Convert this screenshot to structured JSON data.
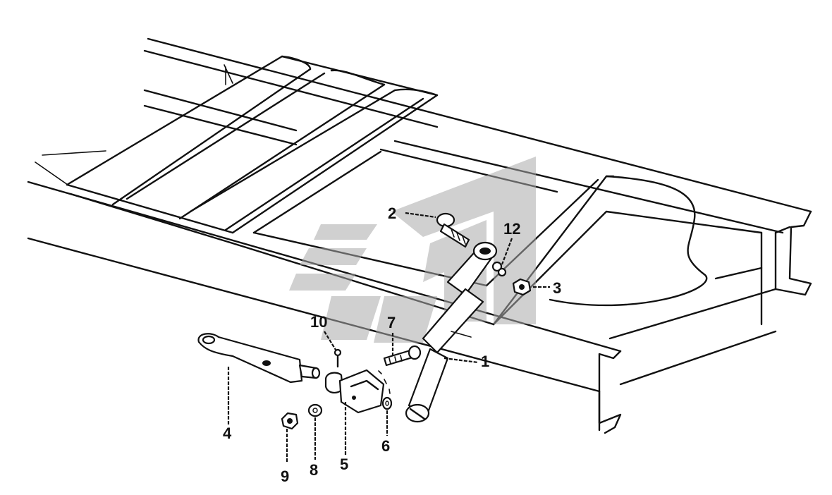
{
  "callouts": [
    {
      "id": "1",
      "label": "1"
    },
    {
      "id": "2",
      "label": "2"
    },
    {
      "id": "3",
      "label": "3"
    },
    {
      "id": "4",
      "label": "4"
    },
    {
      "id": "5",
      "label": "5"
    },
    {
      "id": "6",
      "label": "6"
    },
    {
      "id": "7",
      "label": "7"
    },
    {
      "id": "8",
      "label": "8"
    },
    {
      "id": "9",
      "label": "9"
    },
    {
      "id": "10",
      "label": "10"
    },
    {
      "id": "12",
      "label": "12"
    }
  ],
  "colors": {
    "line": "#111111",
    "watermark": "#a9a9a9",
    "background": "#ffffff"
  }
}
